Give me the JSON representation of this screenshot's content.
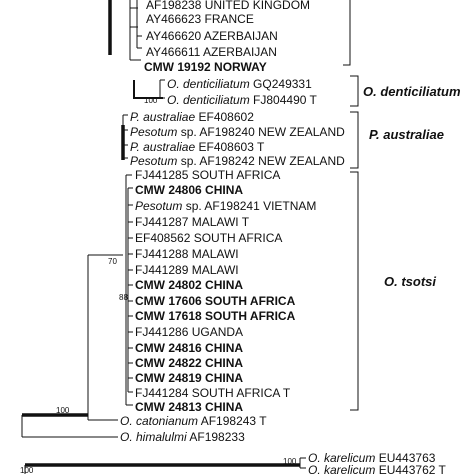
{
  "taxa": [
    {
      "id": "uk",
      "label": "AF198238 UNITED KINGDOM",
      "bold": false
    },
    {
      "id": "fr",
      "label": "AY466623 FRANCE",
      "bold": false
    },
    {
      "id": "az1",
      "label": "AY466620 AZERBAIJAN",
      "bold": false
    },
    {
      "id": "az2",
      "label": "AY466611 AZERBAIJAN",
      "bold": false
    },
    {
      "id": "nor",
      "label": "CMW 19192 NORWAY",
      "bold": true
    },
    {
      "id": "od1",
      "genus": "O. denticiliatum",
      "label": "GQ249331",
      "bold": false
    },
    {
      "id": "od2",
      "genus": "O. denticiliatum",
      "label": "FJ804490 T",
      "bold": false
    },
    {
      "id": "pa1",
      "genus": "P. australiae",
      "label": "EF408602",
      "bold": false
    },
    {
      "id": "pnz1",
      "genus": "Pesotum",
      "label": "sp. AF198240 NEW ZEALAND",
      "bold": false
    },
    {
      "id": "pa2",
      "genus": "P. australiae",
      "label": "EF408603 T",
      "bold": false
    },
    {
      "id": "pnz2",
      "genus": "Pesotum",
      "label": "sp. AF198242 NEW ZEALAND",
      "bold": false
    },
    {
      "id": "sa1",
      "label": "FJ441285 SOUTH AFRICA",
      "bold": false
    },
    {
      "id": "cn1",
      "label": "CMW 24806 CHINA",
      "bold": true
    },
    {
      "id": "pvn",
      "genus": "Pesotum",
      "label": "sp. AF198241 VIETNAM",
      "bold": false
    },
    {
      "id": "mw1",
      "label": "FJ441287 MALAWI T",
      "bold": false
    },
    {
      "id": "sa2",
      "label": "EF408562 SOUTH AFRICA",
      "bold": false
    },
    {
      "id": "mw2",
      "label": "FJ441288 MALAWI",
      "bold": false
    },
    {
      "id": "mw3",
      "label": "FJ441289 MALAWI",
      "bold": false
    },
    {
      "id": "cn2",
      "label": "CMW 24802 CHINA",
      "bold": true
    },
    {
      "id": "sa3",
      "label": "CMW 17606 SOUTH AFRICA",
      "bold": true
    },
    {
      "id": "sa4",
      "label": "CMW 17618 SOUTH AFRICA",
      "bold": true
    },
    {
      "id": "ug",
      "label": "FJ441286 UGANDA",
      "bold": false
    },
    {
      "id": "cn3",
      "label": "CMW 24816 CHINA",
      "bold": true
    },
    {
      "id": "cn4",
      "label": "CMW 24822 CHINA",
      "bold": true
    },
    {
      "id": "cn5",
      "label": "CMW 24819 CHINA",
      "bold": true
    },
    {
      "id": "sa5",
      "label": "FJ441284 SOUTH AFRICA T",
      "bold": false
    },
    {
      "id": "cn6",
      "label": "CMW 24813 CHINA",
      "bold": true
    },
    {
      "id": "oc",
      "genus": "O. catonianum",
      "label": "AF198243 T",
      "bold": false
    },
    {
      "id": "oh",
      "genus": "O. himalulmi",
      "label": "AF198233",
      "bold": false
    },
    {
      "id": "ok1",
      "genus": "O. karelicum",
      "label": "EU443763",
      "bold": false
    },
    {
      "id": "ok2",
      "genus": "O. karelicum",
      "label": "EU443762 T",
      "bold": false
    }
  ],
  "clades": [
    {
      "id": "den",
      "label": "O. denticiliatum"
    },
    {
      "id": "aus",
      "label": "P. australiae"
    },
    {
      "id": "tso",
      "label": "O. tsotsi"
    }
  ],
  "support": [
    {
      "id": "s100a",
      "value": "100"
    },
    {
      "id": "s70",
      "value": "70"
    },
    {
      "id": "s88",
      "value": "88"
    },
    {
      "id": "s100b",
      "value": "100"
    },
    {
      "id": "s100c",
      "value": "100"
    },
    {
      "id": "s100d",
      "value": "100"
    }
  ]
}
